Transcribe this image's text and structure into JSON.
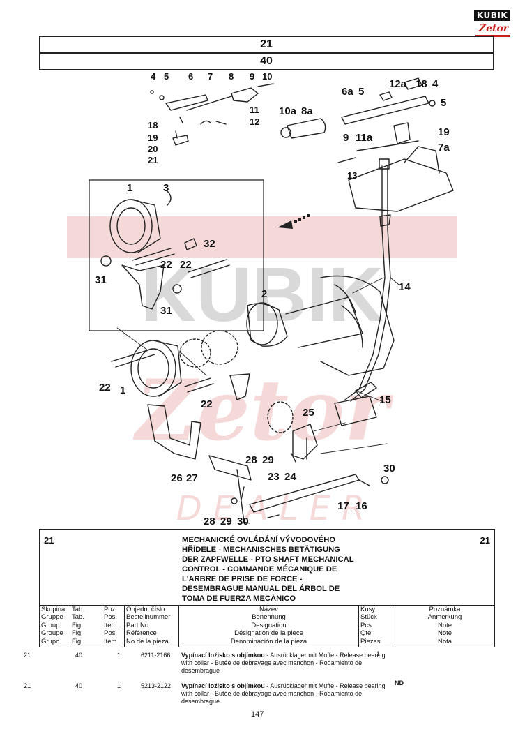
{
  "logo": {
    "brand": "KUBIK",
    "sub": "Zetor"
  },
  "header": {
    "group": "21",
    "table": "40"
  },
  "watermark": {
    "text": "KUBIK",
    "text2": "Zetor",
    "text3": "DEALER"
  },
  "drawing": {
    "callouts": {
      "c4": "4",
      "c5": "5",
      "c6": "6",
      "c7": "7",
      "c8": "8",
      "c9": "9",
      "c10": "10",
      "c11": "11",
      "c12": "12",
      "c18": "18",
      "c19": "19",
      "c20": "20",
      "c21": "21",
      "c6a": "6a",
      "c5b": "5",
      "c12a": "12a",
      "c18b": "18",
      "c4b": "4",
      "c5c": "5",
      "c10a": "10a",
      "c8a": "8a",
      "c19b": "19",
      "c9b": "9",
      "c11a": "11a",
      "c7a": "7a",
      "c13": "13",
      "c1": "1",
      "c3": "3",
      "c32": "32",
      "c22a": "22",
      "c22b": "22",
      "c31a": "31",
      "c31b": "31",
      "c2": "2",
      "c14": "14",
      "c22c": "22",
      "c1b": "1",
      "c22d": "22",
      "c15": "15",
      "c25": "25",
      "c28": "28",
      "c29": "29",
      "c23": "23",
      "c24": "24",
      "c30": "30",
      "c26": "26",
      "c27": "27",
      "c17": "17",
      "c16": "16",
      "c28b": "28",
      "c29b": "29",
      "c30b": "30"
    }
  },
  "title_block": {
    "group_left": "21",
    "group_right": "21",
    "title_lines": [
      "MECHANICKÉ OVLÁDÁNÍ VÝVODOVÉHO",
      "HŘÍDELE - MECHANISCHES BETÄTIGUNG",
      "DER ZAPFWELLE - PTO SHAFT MECHANICAL",
      "CONTROL - COMMANDE MÉCANIQUE DE",
      "L'ARBRE DE PRISE DE FORCE -",
      "DESEMBRAGUE MANUAL DEL ÁRBOL DE",
      "TOMA DE FUERZA MECÁNICO"
    ]
  },
  "columns": {
    "group": [
      "Skupina",
      "Gruppe",
      "Group",
      "Groupe",
      "Grupo"
    ],
    "table": [
      "Tab.",
      "Tab.",
      "Fig.",
      "Fig.",
      "Fig."
    ],
    "pos": [
      "Poz.",
      "Pos.",
      "Item.",
      "Pos.",
      "Item."
    ],
    "order": [
      "Objedn. číslo",
      "Bestellnummer",
      "Part No.",
      "Référence",
      "No de la pieza"
    ],
    "name": [
      "Název",
      "Benennung",
      "Designation",
      "Désignation de la pièce",
      "Denominación de la pieza"
    ],
    "qty": [
      "Kusy",
      "Stück",
      "Pcs",
      "Qté",
      "Piezas"
    ],
    "note": [
      "Poznámka",
      "Anmerkung",
      "Note",
      "Note",
      "Nota"
    ]
  },
  "entries": [
    {
      "group": "21",
      "table": "40",
      "pos": "1",
      "order": "6211-2166",
      "name_bold": "Vypínací ložisko s objímkou",
      "name_rest": " - Ausrücklager mit Muffe - Release bearing with collar - Butée de débrayage avec manchon - Rodamiento de desembrague",
      "qty": "1",
      "note": ""
    },
    {
      "group": "21",
      "table": "40",
      "pos": "1",
      "order": "5213-2122",
      "name_bold": "Vypínací ložisko s objímkou",
      "name_rest": " - Ausrücklager mit Muffe - Release bearing with collar - Butée de débrayage avec manchon - Rodamiento de desembrague",
      "qty": "",
      "note": "ND"
    }
  ],
  "page_number": "147"
}
